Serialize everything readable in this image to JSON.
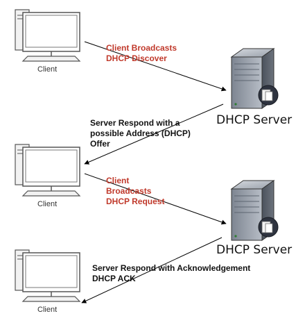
{
  "clients": [
    {
      "label": "Client"
    },
    {
      "label": "Client"
    },
    {
      "label": "Client"
    }
  ],
  "servers": [
    {
      "label": "DHCP Server"
    },
    {
      "label": "DHCP Server"
    }
  ],
  "messages": [
    {
      "step": 1,
      "text": "Client Broadcasts\nDHCP Discover",
      "color": "#c0392b"
    },
    {
      "step": 2,
      "text": "Server Respond with a\npossible Address (DHCP)\nOffer",
      "color": "#111111"
    },
    {
      "step": 3,
      "text": "Client\nBroadcasts\nDHCP Request",
      "color": "#c0392b"
    },
    {
      "step": 4,
      "text": "Server Respond with Acknowledgement\nDHCP ACK",
      "color": "#111111"
    }
  ],
  "colors": {
    "broadcast_text": "#c0392b",
    "response_text": "#111111",
    "arrow": "#000000",
    "device_outline": "#555555"
  }
}
